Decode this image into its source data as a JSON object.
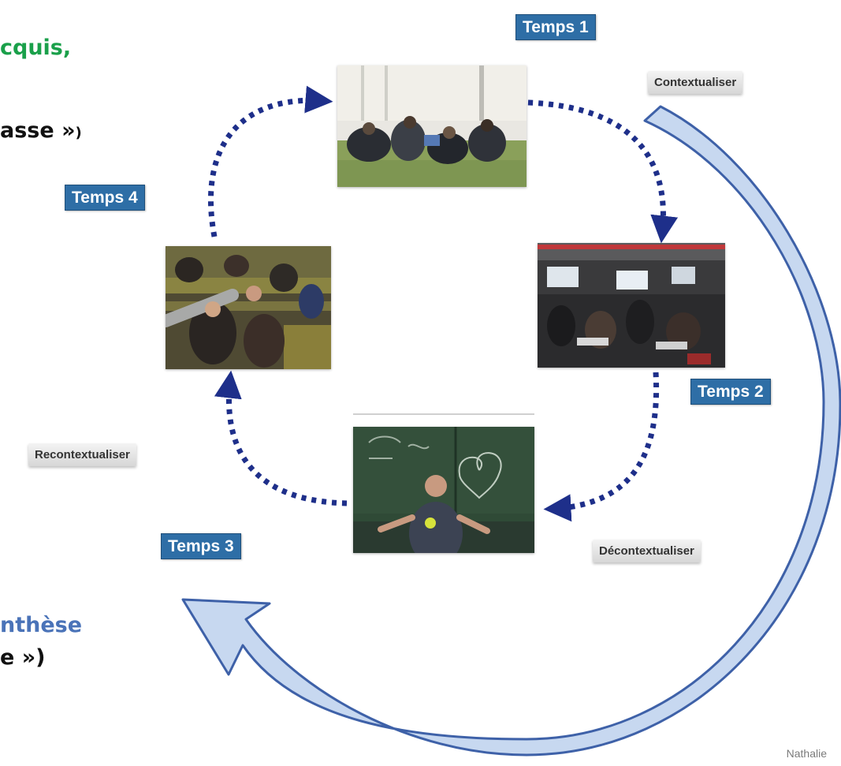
{
  "text_fragments": {
    "green": "cquis,",
    "black1_main": "asse »",
    "black1_small": ")",
    "blue": "nthèse",
    "black2": "e »)"
  },
  "temps": {
    "t1": "Temps 1",
    "t2": "Temps 2",
    "t3": "Temps 3",
    "t4": "Temps 4"
  },
  "actions": {
    "contextualiser": "Contextualiser",
    "decontextualiser": "Décontextualiser",
    "recontextualiser": "Recontextualiser"
  },
  "author": "Nathalie",
  "colors": {
    "temps_bg": "#2e6ea6",
    "arrow_dotted": "#1e2f8a",
    "big_arrow_fill": "#c7d8f0",
    "big_arrow_stroke": "#3e61a8",
    "green_text": "#1aa04a",
    "blue_text": "#4a73b8"
  }
}
